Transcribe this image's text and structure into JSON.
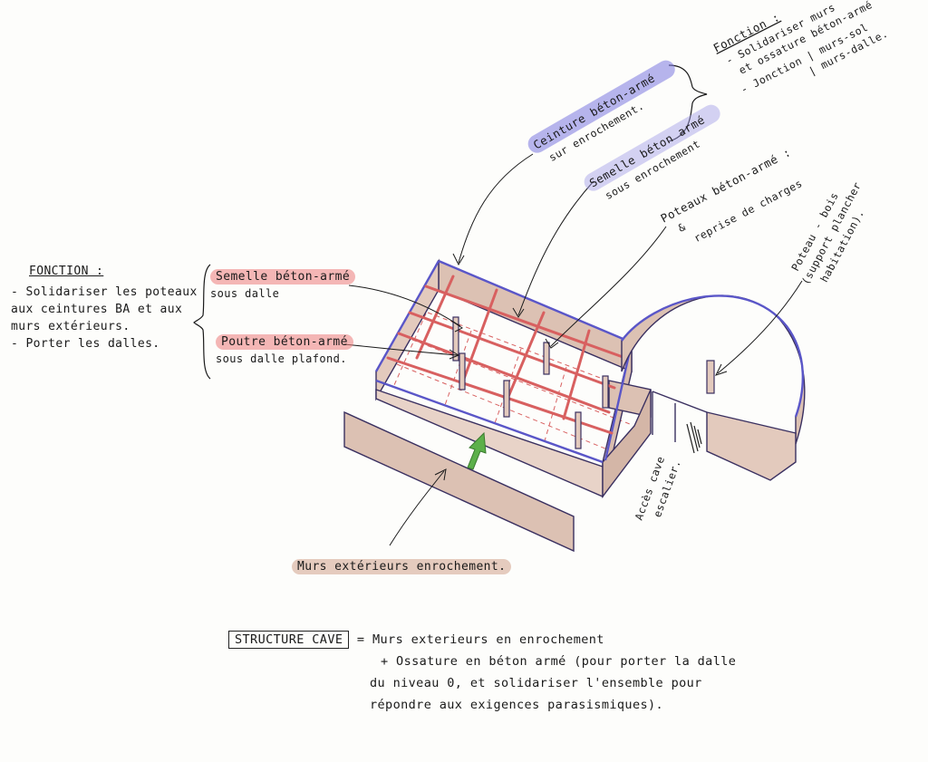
{
  "left_note": {
    "title": "FONCTION :",
    "lines": [
      "- Solidariser les poteaux",
      "aux ceintures BA et aux",
      "murs extérieurs.",
      "- Porter les dalles."
    ]
  },
  "left_labels": {
    "semelle_sous_dalle": {
      "title": "Semelle béton-armé",
      "sub": "sous dalle"
    },
    "poutre": {
      "title": "Poutre béton-armé",
      "sub": "sous dalle plafond."
    }
  },
  "top_labels": {
    "ceinture": {
      "title": "Ceinture béton-armé",
      "sub": "sur enrochement."
    },
    "semelle_sous_enrochement": {
      "title": "Semelle béton armé",
      "sub": "sous enrochement"
    }
  },
  "top_right_note": {
    "title": "Fonction :",
    "lines": [
      "- Solidariser murs",
      "et ossature béton-armé",
      "- Jonction | murs-sol",
      "| murs-dalle."
    ]
  },
  "poteaux_label": {
    "line1": "Poteaux béton-armé :",
    "line2": "&",
    "line3": "reprise de charges"
  },
  "poteau_bois_label": {
    "line1": "Poteau - bois",
    "line2": "(support plancher",
    "line3": "habitation)."
  },
  "acces_label": {
    "line1": "Accès cave",
    "line2": "escalier."
  },
  "murs_label": "Murs extérieurs enrochement.",
  "summary": {
    "box": "STRUCTURE CAVE",
    "eq": "=",
    "lines": [
      "Murs exterieurs en enrochement",
      "+ Ossature en béton armé (pour porter la dalle",
      "du niveau 0, et solidariser l'ensemble pour",
      "répondre aux exigences parasismiques)."
    ]
  },
  "colors": {
    "wall": "#dcc1b3",
    "wall_stroke": "#3a3060",
    "blue_line": "#5a56c8",
    "red_line": "#d86060",
    "arrow_green": "#5cb04a"
  }
}
